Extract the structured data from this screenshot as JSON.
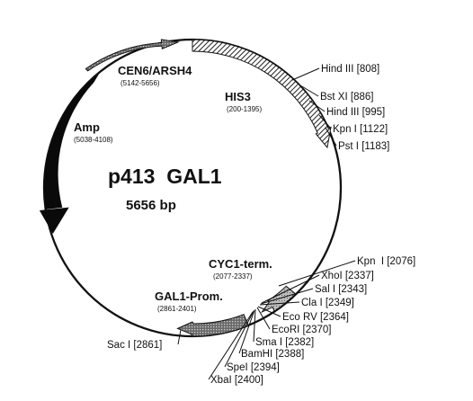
{
  "plasmid": {
    "name": "p413  GAL1",
    "size": "5656 bp"
  },
  "features": {
    "cen6_arsh4": {
      "name": "CEN6/ARSH4",
      "range": "(5142-5656)"
    },
    "his3": {
      "name": "HIS3",
      "range": "(200-1395)"
    },
    "amp": {
      "name": "Amp",
      "range": "(5038-4108)"
    },
    "cyc1_term": {
      "name": "CYC1-term.",
      "range": "(2077-2337)"
    },
    "gal1_prom": {
      "name": "GAL1-Prom.",
      "range": "(2861-2401)"
    }
  },
  "sites": {
    "hind3_808": "Hind III [808]",
    "bstxi_886": "Bst XI [886]",
    "hind3_995": "Hind III [995]",
    "kpn1_1122": "Kpn I [1122]",
    "pst1_1183": "Pst I [1183]",
    "kpn1_2076": "Kpn  I [2076]",
    "xhoi_2337": "XhoI [2337]",
    "sal1_2343": "Sal I [2343]",
    "cla1_2349": "Cla I [2349]",
    "ecorv_2364": "Eco RV [2364]",
    "ecori_2370": "EcoRI [2370]",
    "sma1_2382": "Sma I [2382]",
    "bamhi_2388": "BamHI [2388]",
    "spei_2394": "SpeI [2394]",
    "xbai_2400": "XbaI [2400]",
    "sac1_2861": "Sac I [2861]"
  }
}
